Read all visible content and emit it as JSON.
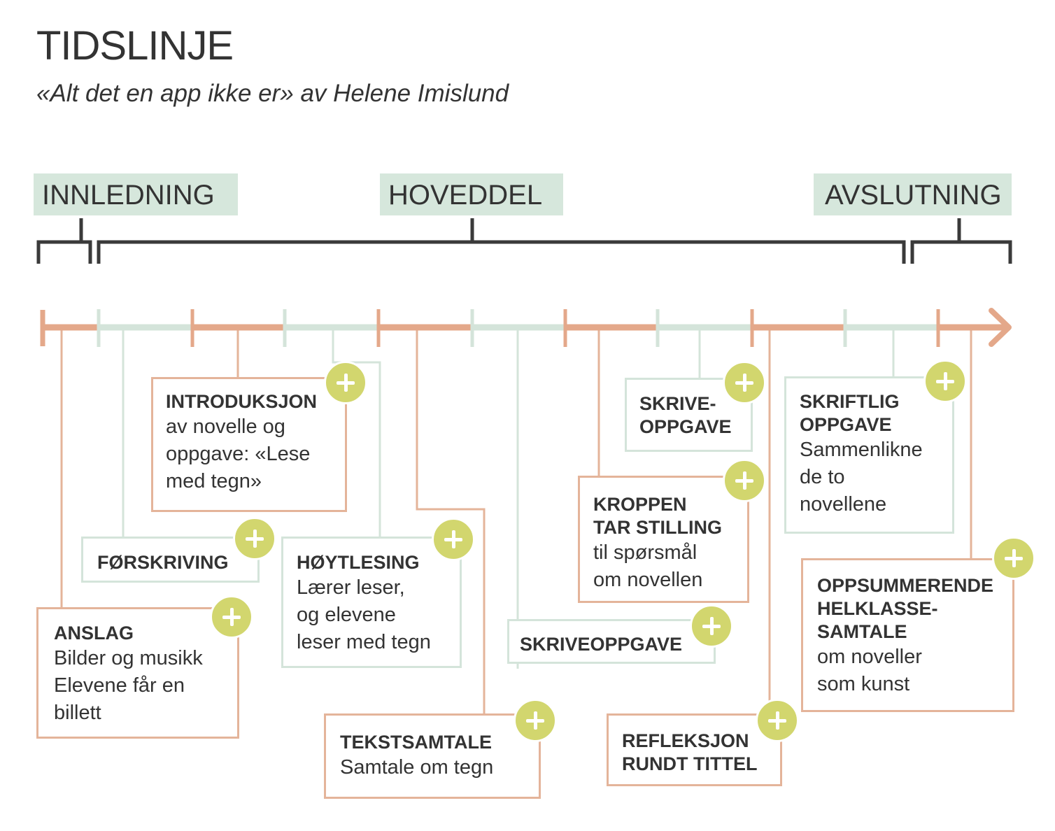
{
  "title": "TIDSLINJE",
  "subtitle": "«Alt det en app ikke er» av Helene Imislund",
  "phases": {
    "intro": "INNLEDNING",
    "main": "HOVEDDEL",
    "end": "AVSLUTNING"
  },
  "colors": {
    "orange": "#e4a88a",
    "orange_border": "#e4b49a",
    "green": "#d4e4da",
    "phase_bg": "#d6e7dc",
    "plus": "#d2d66e",
    "bracket": "#3a3a3a"
  },
  "icons": {
    "expand": "plus-icon"
  },
  "steps": [
    {
      "id": "anslag",
      "title": "ANSLAG",
      "desc": [
        "Bilder og musikk",
        "Elevene får en",
        "billett"
      ]
    },
    {
      "id": "forskriving",
      "title": "FØRSKRIVING",
      "desc": []
    },
    {
      "id": "introduksjon",
      "title": "INTRODUKSJON",
      "desc": [
        "av novelle og",
        "oppgave: «Lese",
        "med tegn»"
      ]
    },
    {
      "id": "hoytlesing",
      "title": "HØYTLESING",
      "desc": [
        "Lærer leser,",
        "og elevene",
        "leser med tegn"
      ]
    },
    {
      "id": "tekstsamtale",
      "title": "TEKSTSAMTALE",
      "desc": [
        "Samtale om tegn"
      ]
    },
    {
      "id": "skriveoppgave-1",
      "title": "SKRIVEOPPGAVE",
      "desc": []
    },
    {
      "id": "kroppen",
      "title": "KROPPEN\nTAR STILLING",
      "desc": [
        "til spørsmål",
        "om novellen"
      ]
    },
    {
      "id": "skriveoppgave-2",
      "title": "SKRIVE-\nOPPGAVE",
      "desc": []
    },
    {
      "id": "refleksjon",
      "title": "REFLEKSJON\nRUNDT TITTEL",
      "desc": []
    },
    {
      "id": "skriftlig",
      "title": "SKRIFTLIG\nOPPGAVE",
      "desc": [
        "Sammenlikne",
        "de to",
        "novellene"
      ]
    },
    {
      "id": "oppsummerende",
      "title": "OPPSUMMERENDE\nHELKLASSE-\nSAMTALE",
      "desc": [
        "om noveller",
        "som kunst"
      ]
    }
  ]
}
